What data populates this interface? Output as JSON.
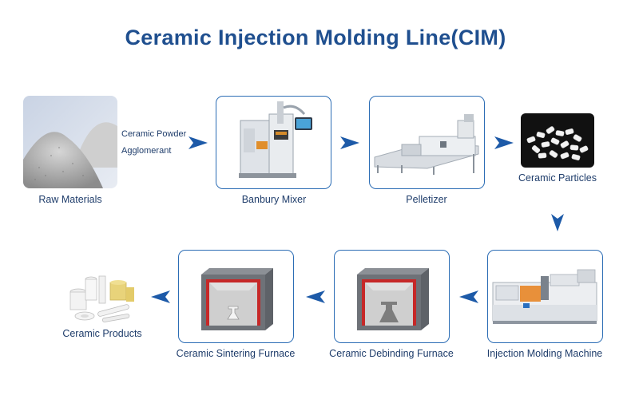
{
  "title": "Ceramic Injection Molding Line(CIM)",
  "inputs": {
    "line1": "Ceramic Powder",
    "line2": "Agglomerant"
  },
  "steps": {
    "raw_materials": "Raw Materials",
    "banbury_mixer": "Banbury Mixer",
    "pelletizer": "Pelletizer",
    "ceramic_particles": "Ceramic Particles",
    "injection_molding": "Injection Molding Machine",
    "debinding_furnace": "Ceramic Debinding Furnace",
    "sintering_furnace": "Ceramic Sintering Furnace",
    "ceramic_products": "Ceramic Products"
  },
  "colors": {
    "accent": "#1f4f8f",
    "frame": "#2c6db5",
    "arrow": "#1d5aa8",
    "furnace_red": "#c62828"
  }
}
